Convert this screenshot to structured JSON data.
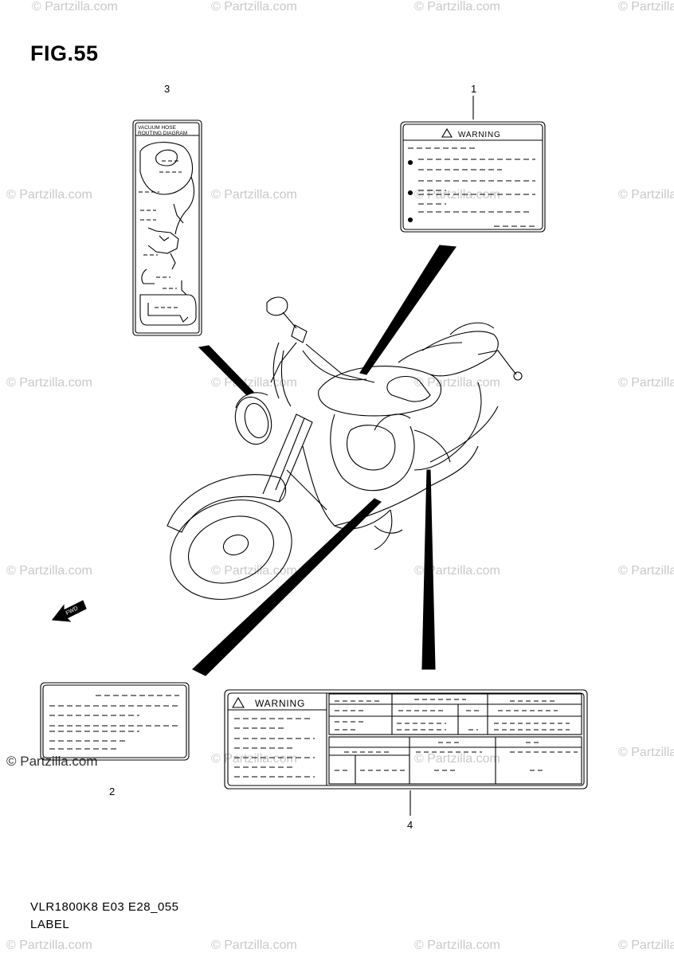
{
  "figure": {
    "title": "FIG.55",
    "model_code": "VLR1800K8 E03 E28_055",
    "section": "LABEL"
  },
  "callouts": [
    {
      "id": "callout-1",
      "text": "1"
    },
    {
      "id": "callout-2",
      "text": "2"
    },
    {
      "id": "callout-3",
      "text": "3"
    },
    {
      "id": "callout-4",
      "text": "4"
    }
  ],
  "labels": {
    "label_1_heading": "WARNING",
    "label_3_heading_line1": "VACUUM HOSE",
    "label_3_heading_line2": "ROUTING DIAGRAM",
    "label_4_heading": "WARNING",
    "fwd_arrow_text": "FWD"
  },
  "watermark": {
    "text": "© Partzilla.com"
  },
  "colors": {
    "line": "#000000",
    "watermark": "#c9c9c9",
    "background": "#ffffff"
  }
}
